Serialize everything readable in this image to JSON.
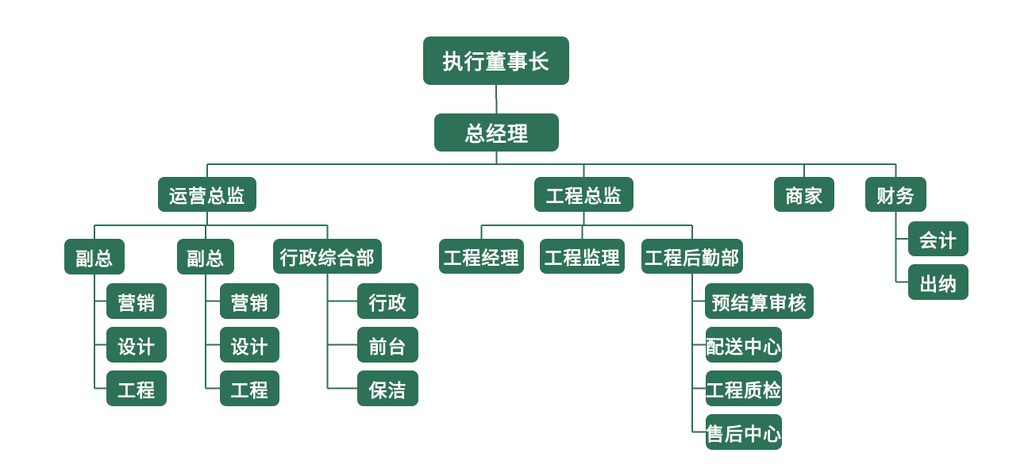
{
  "diagram": {
    "type": "org-chart",
    "colors": {
      "accent": "#2d7156",
      "text": "#ffffff",
      "background": "#ffffff"
    },
    "nodes": [
      {
        "id": "chairman",
        "label": "执行董事长",
        "parent": null
      },
      {
        "id": "gm",
        "label": "总经理",
        "parent": "chairman"
      },
      {
        "id": "ops",
        "label": "运营总监",
        "parent": "gm"
      },
      {
        "id": "eng",
        "label": "工程总监",
        "parent": "gm"
      },
      {
        "id": "merchant",
        "label": "商家",
        "parent": "gm"
      },
      {
        "id": "finance",
        "label": "财务",
        "parent": "gm"
      },
      {
        "id": "vp1",
        "label": "副总",
        "parent": "ops"
      },
      {
        "id": "vp2",
        "label": "副总",
        "parent": "ops"
      },
      {
        "id": "admin-dept",
        "label": "行政综合部",
        "parent": "ops"
      },
      {
        "id": "vp1-marketing",
        "label": "营销",
        "parent": "vp1"
      },
      {
        "id": "vp1-design",
        "label": "设计",
        "parent": "vp1"
      },
      {
        "id": "vp1-engineering",
        "label": "工程",
        "parent": "vp1"
      },
      {
        "id": "vp2-marketing",
        "label": "营销",
        "parent": "vp2"
      },
      {
        "id": "vp2-design",
        "label": "设计",
        "parent": "vp2"
      },
      {
        "id": "vp2-engineering",
        "label": "工程",
        "parent": "vp2"
      },
      {
        "id": "admin",
        "label": "行政",
        "parent": "admin-dept"
      },
      {
        "id": "front-desk",
        "label": "前台",
        "parent": "admin-dept"
      },
      {
        "id": "cleaning",
        "label": "保洁",
        "parent": "admin-dept"
      },
      {
        "id": "pm",
        "label": "工程经理",
        "parent": "eng"
      },
      {
        "id": "supervision",
        "label": "工程监理",
        "parent": "eng"
      },
      {
        "id": "logistics",
        "label": "工程后勤部",
        "parent": "eng"
      },
      {
        "id": "budget-review",
        "label": "预结算审核",
        "parent": "logistics"
      },
      {
        "id": "distribution",
        "label": "配送中心",
        "parent": "logistics"
      },
      {
        "id": "quality",
        "label": "工程质检",
        "parent": "logistics"
      },
      {
        "id": "aftersales",
        "label": "售后中心",
        "parent": "logistics"
      },
      {
        "id": "accounting",
        "label": "会计",
        "parent": "finance"
      },
      {
        "id": "cashier",
        "label": "出纳",
        "parent": "finance"
      }
    ]
  }
}
